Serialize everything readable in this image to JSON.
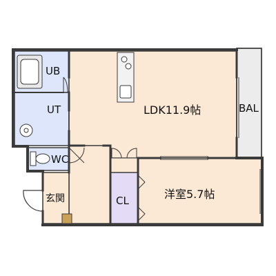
{
  "plan": {
    "rooms": {
      "ub": "UB",
      "ut": "UT",
      "wc": "WC",
      "ldk": "LDK11.9帖",
      "bal": "BAL",
      "closet": "CL",
      "western_room": "洋室5.7帖",
      "entrance": "玄関"
    },
    "colors": {
      "wet_area": "#dde6fb",
      "living": "#fbe9d6",
      "closet": "#e4dcf6",
      "balcony": "#ececec",
      "wall": "#3a3a3a",
      "step": "#c9a25a"
    }
  }
}
